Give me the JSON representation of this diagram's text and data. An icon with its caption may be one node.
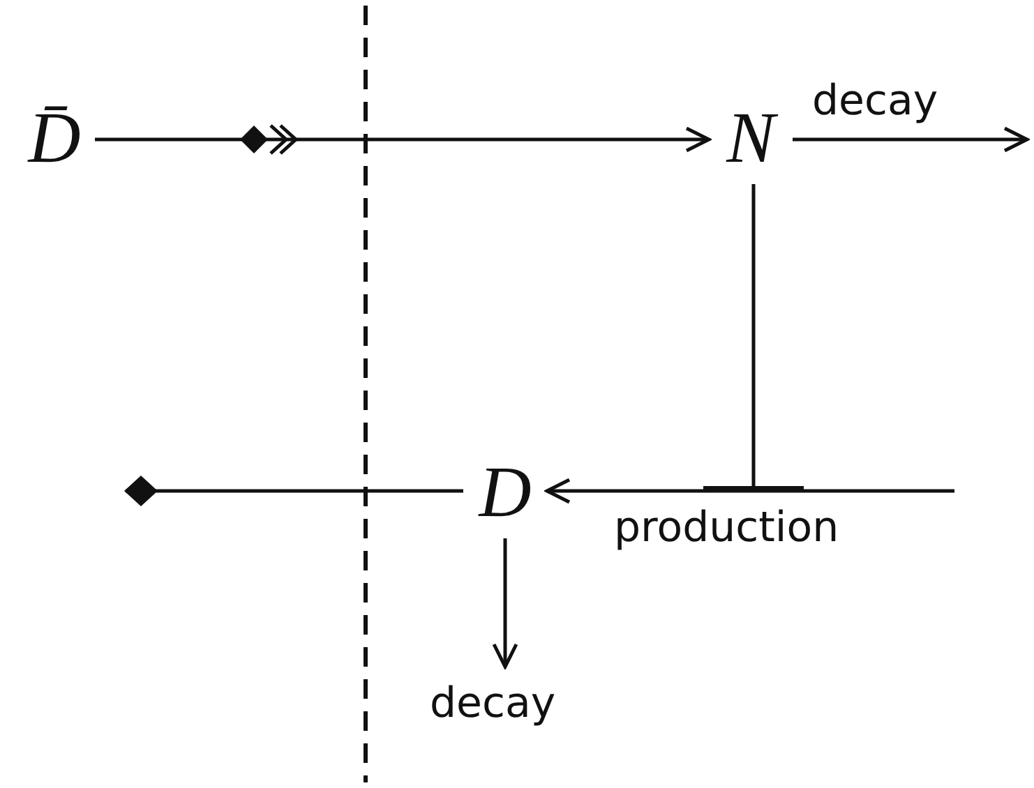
{
  "diagram": {
    "nodes": [
      {
        "text": [
          "D̄"
        ]
      },
      {
        "text": [
          "N"
        ]
      },
      {
        "text": [
          "D"
        ]
      }
    ],
    "edges": [
      {
        "from": 0,
        "to": 1,
        "arrow": "to"
      },
      {
        "from": 1,
        "to": null,
        "arrow": "to",
        "label": "decay"
      },
      {
        "from": 1,
        "to": null,
        "arrow": "other"
      },
      {
        "from": null,
        "to": 2,
        "arrow": "to",
        "label": "production"
      },
      {
        "from": 2,
        "to": null,
        "arrow": "other"
      },
      {
        "from": 2,
        "to": null,
        "arrow": "to",
        "label": "decay"
      }
    ]
  }
}
